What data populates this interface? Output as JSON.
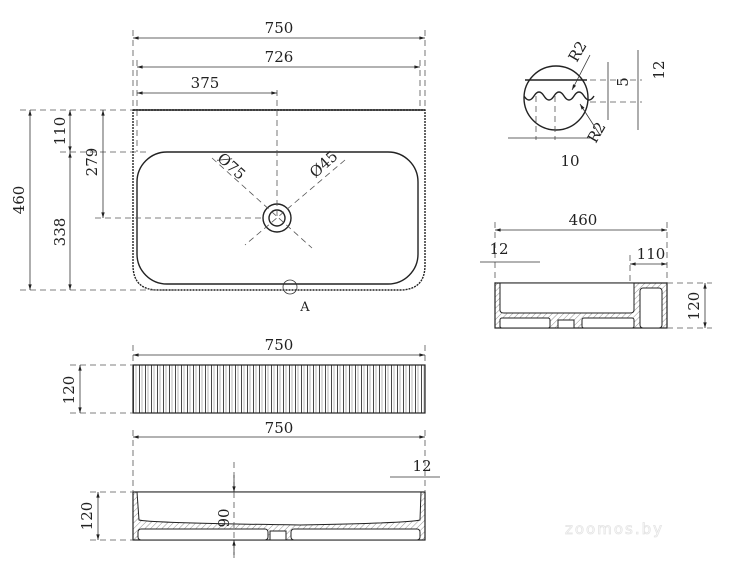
{
  "top_view": {
    "dims": {
      "overall_width": "750",
      "inner_width": "726",
      "half_width": "375",
      "overall_depth": "460",
      "deck_depth": "110",
      "drain_offset": "279",
      "basin_depth": "338"
    },
    "drain": {
      "outer_diameter": "Ø75",
      "inner_diameter": "Ø45"
    },
    "detail_marker": "A"
  },
  "detail_a": {
    "radius_top": "R2",
    "radius_bottom": "R2",
    "groove_depth": "5",
    "edge_height": "12",
    "pitch": "10"
  },
  "side_section": {
    "width": "460",
    "wall": "12",
    "deck": "110",
    "height": "120"
  },
  "front_view": {
    "width": "750",
    "height": "120"
  },
  "front_section": {
    "width": "750",
    "height": "120",
    "basin_depth": "90",
    "wall": "12"
  },
  "watermark": "zoomos.by"
}
